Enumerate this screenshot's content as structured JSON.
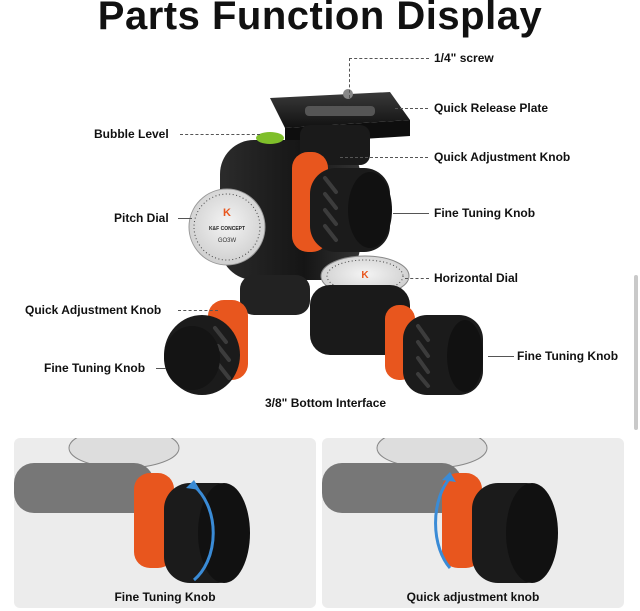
{
  "title": "Parts Function Display",
  "callouts": {
    "screw": "1/4\" screw",
    "quick_release_plate": "Quick Release Plate",
    "bubble_level": "Bubble Level",
    "quick_adjustment_knob_top": "Quick Adjustment Knob",
    "pitch_dial": "Pitch Dial",
    "fine_tuning_knob_top": "Fine Tuning Knob",
    "horizontal_dial": "Horizontal Dial",
    "quick_adjustment_knob_left": "Quick Adjustment Knob",
    "fine_tuning_knob_right": "Fine Tuning Knob",
    "fine_tuning_knob_left": "Fine Tuning Knob",
    "bottom_interface": "3/8\" Bottom Interface"
  },
  "panels": {
    "left_caption": "Fine Tuning Knob",
    "right_caption": "Quick adjustment knob"
  },
  "colors": {
    "accent_orange": "#e8561e",
    "body_dark": "#1e1e1e",
    "panel_bg": "#ececec"
  }
}
